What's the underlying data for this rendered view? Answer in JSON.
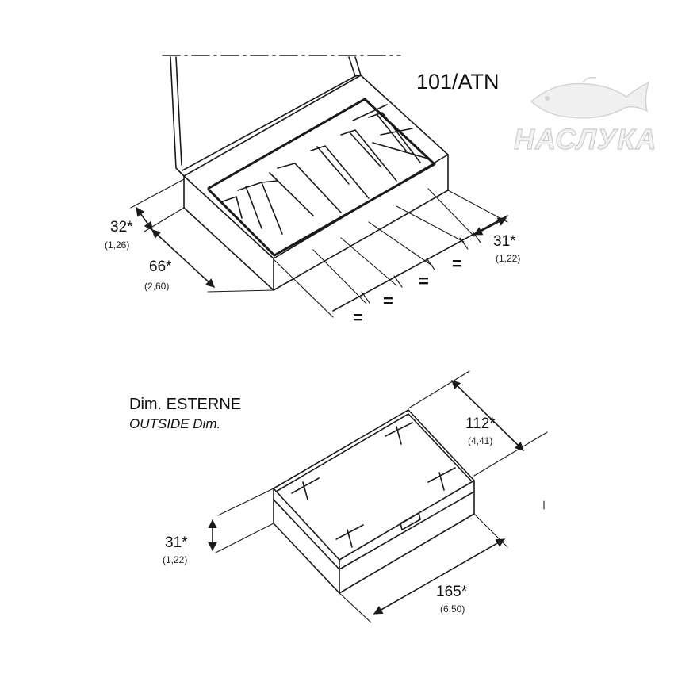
{
  "model_code": "101/ATN",
  "watermark_text": "НАСЛУКА",
  "top_view": {
    "dim_height": {
      "value": "32*",
      "inch": "(1,26)"
    },
    "dim_depth": {
      "value": "66*",
      "inch": "(2,60)"
    },
    "dim_compartment": {
      "value": "31*",
      "inch": "(1,22)"
    },
    "equal_mark": "="
  },
  "bottom_view": {
    "heading": "Dim. ESTERNE",
    "subheading": "OUTSIDE Dim.",
    "dim_width": {
      "value": "112*",
      "inch": "(4,41)"
    },
    "dim_height": {
      "value": "31*",
      "inch": "(1,22)"
    },
    "dim_length": {
      "value": "165*",
      "inch": "(6,50)"
    }
  }
}
